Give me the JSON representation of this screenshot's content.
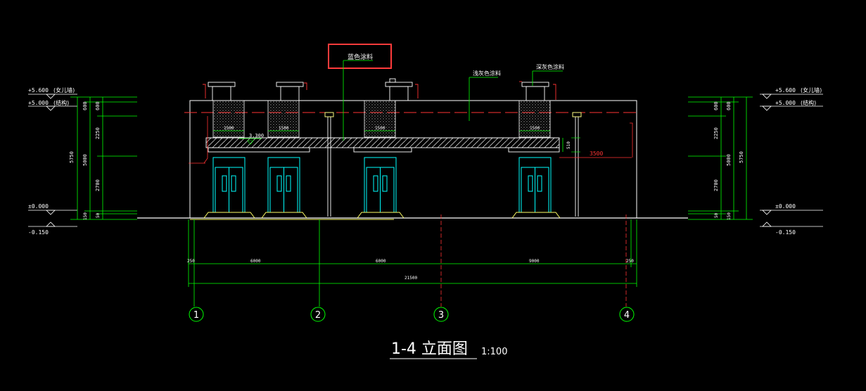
{
  "colors": {
    "background": "#000000",
    "dimension": "#00ff00",
    "wall": "#ffffff",
    "door": "#00ffff",
    "accent": "#ff3333",
    "ground": "#ffff66",
    "highlight_box": "#ff3b3b"
  },
  "title": {
    "name": "1-4  立面图",
    "scale": "1:100"
  },
  "callouts": {
    "blue_paint": "蓝色涂料",
    "light_gray_paint": "浅灰色涂料",
    "dark_gray_paint": "深灰色涂料"
  },
  "elevations": {
    "left": {
      "parapet": "+5.600",
      "parapet_note": "(女儿墙)",
      "structure": "+5.000",
      "structure_note": "(结构)",
      "ground": "±0.000",
      "outdoor": "-0.150"
    },
    "right": {
      "parapet": "+5.600",
      "parapet_note": "(女儿墙)",
      "structure": "+5.000",
      "structure_note": "(结构)",
      "ground": "±0.000",
      "outdoor": "-0.150"
    }
  },
  "vertical_dims": {
    "total": "5750",
    "sub": "5000",
    "segments": [
      "600",
      "2250",
      "2700",
      "50",
      "150"
    ]
  },
  "canopy_level": "3.300",
  "horizontal_dims": {
    "segments": [
      "250",
      "6000",
      "6000",
      "9000",
      "250"
    ],
    "total": "21500"
  },
  "box_widths": [
    "1500",
    "1500",
    "1500",
    "1500"
  ],
  "canopy_height": "510",
  "overhang": "3500",
  "axes": [
    "1",
    "2",
    "3",
    "4"
  ]
}
